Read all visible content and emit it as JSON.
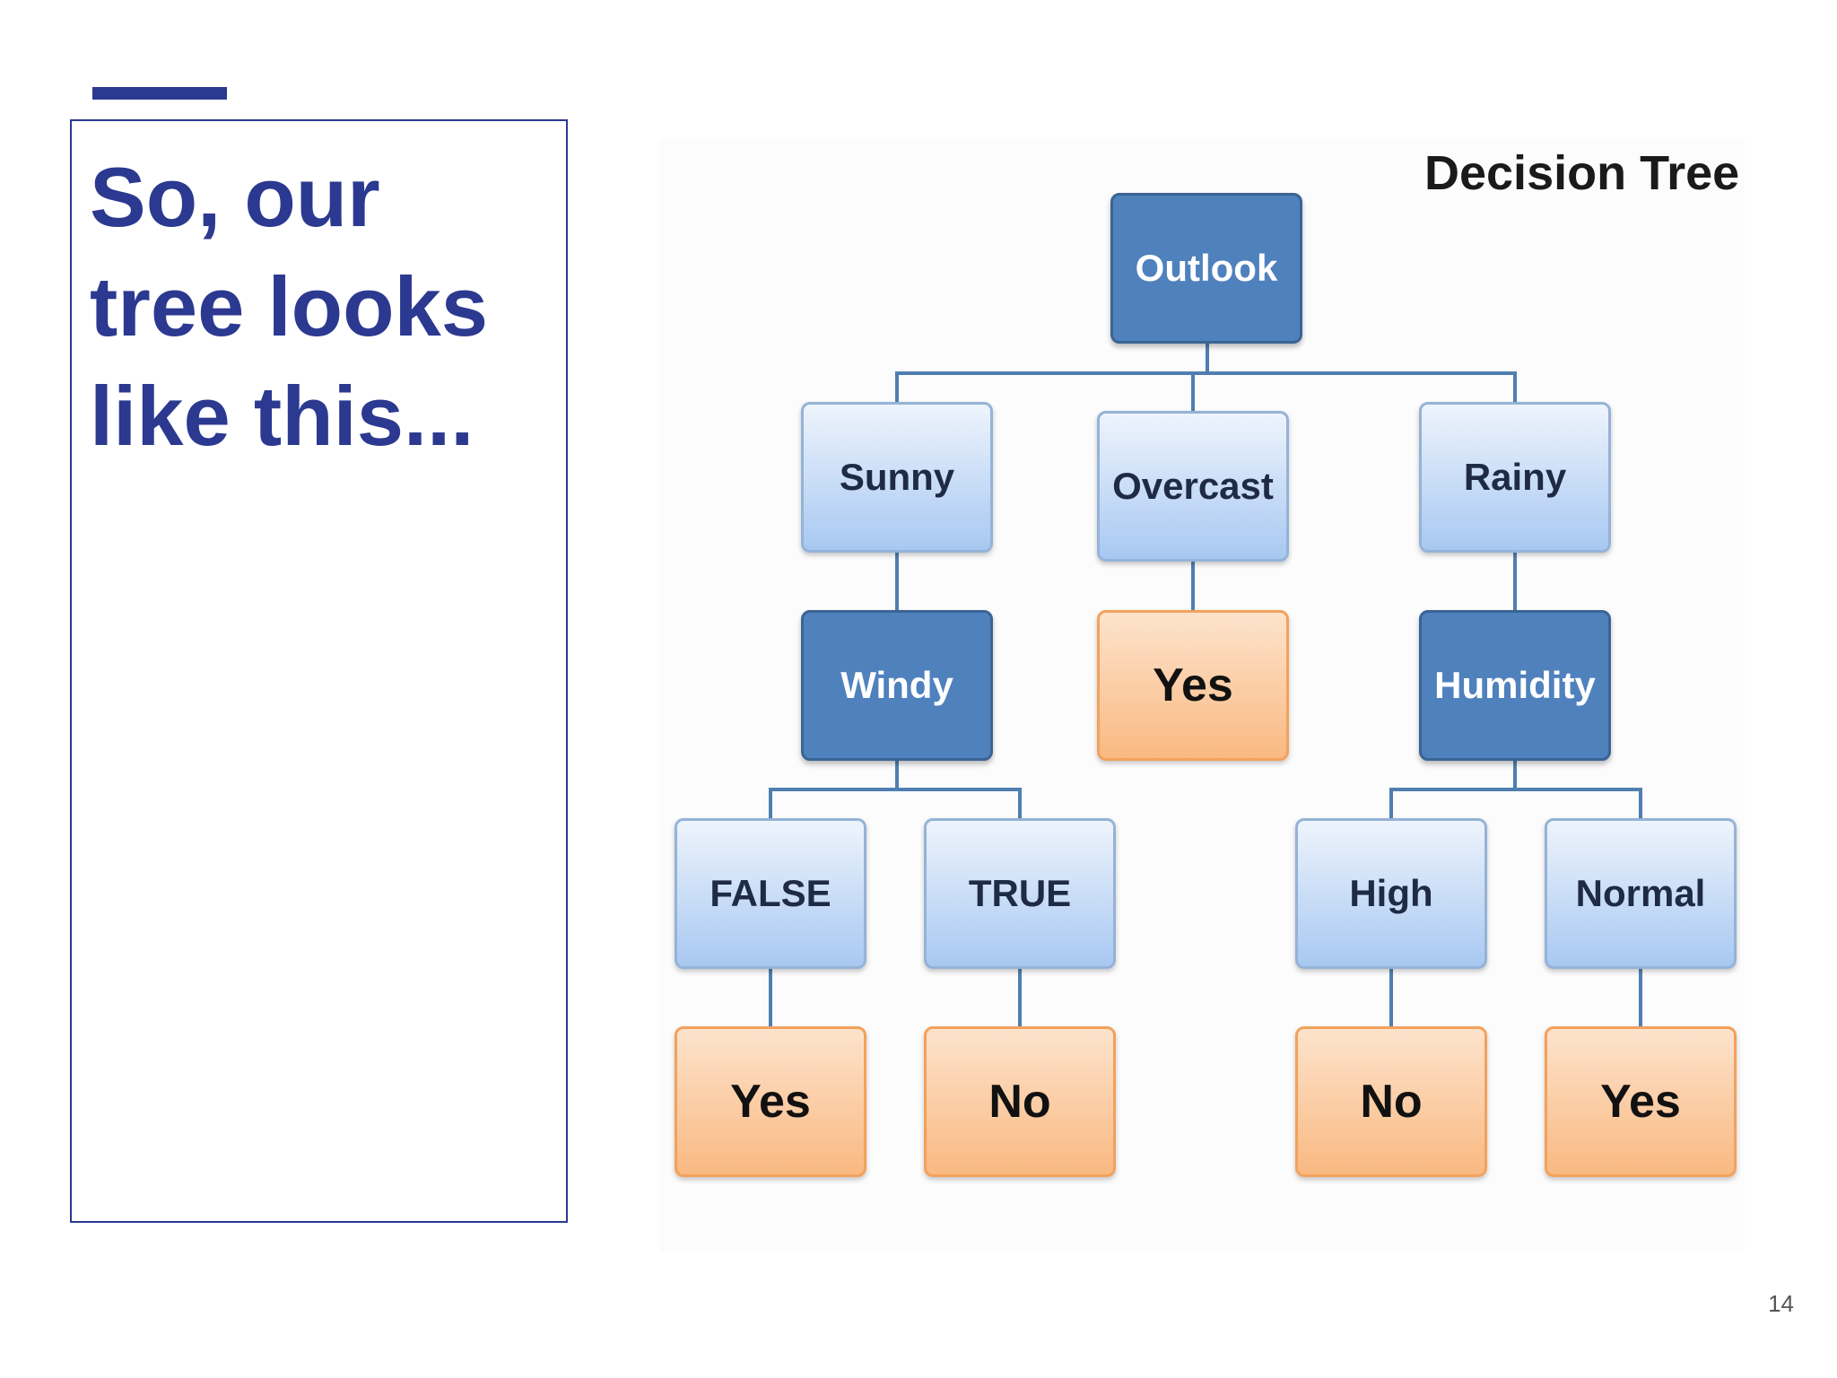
{
  "slide": {
    "title_lines": [
      "So, our",
      "tree looks",
      "like this..."
    ],
    "page_number": "14",
    "accent_color": "#2b3990"
  },
  "figure": {
    "title": "Decision Tree",
    "nodes": {
      "outlook": "Outlook",
      "sunny": "Sunny",
      "overcast": "Overcast",
      "rainy": "Rainy",
      "windy": "Windy",
      "overcast_yes": "Yes",
      "humidity": "Humidity",
      "false": "FALSE",
      "true": "TRUE",
      "high": "High",
      "normal": "Normal",
      "false_yes": "Yes",
      "true_no": "No",
      "high_no": "No",
      "normal_yes": "Yes"
    },
    "colors": {
      "decision": "#4f81bd",
      "branch": "#c6d9f1",
      "leaf": "#fac090",
      "connector": "#4f7fb0"
    }
  }
}
